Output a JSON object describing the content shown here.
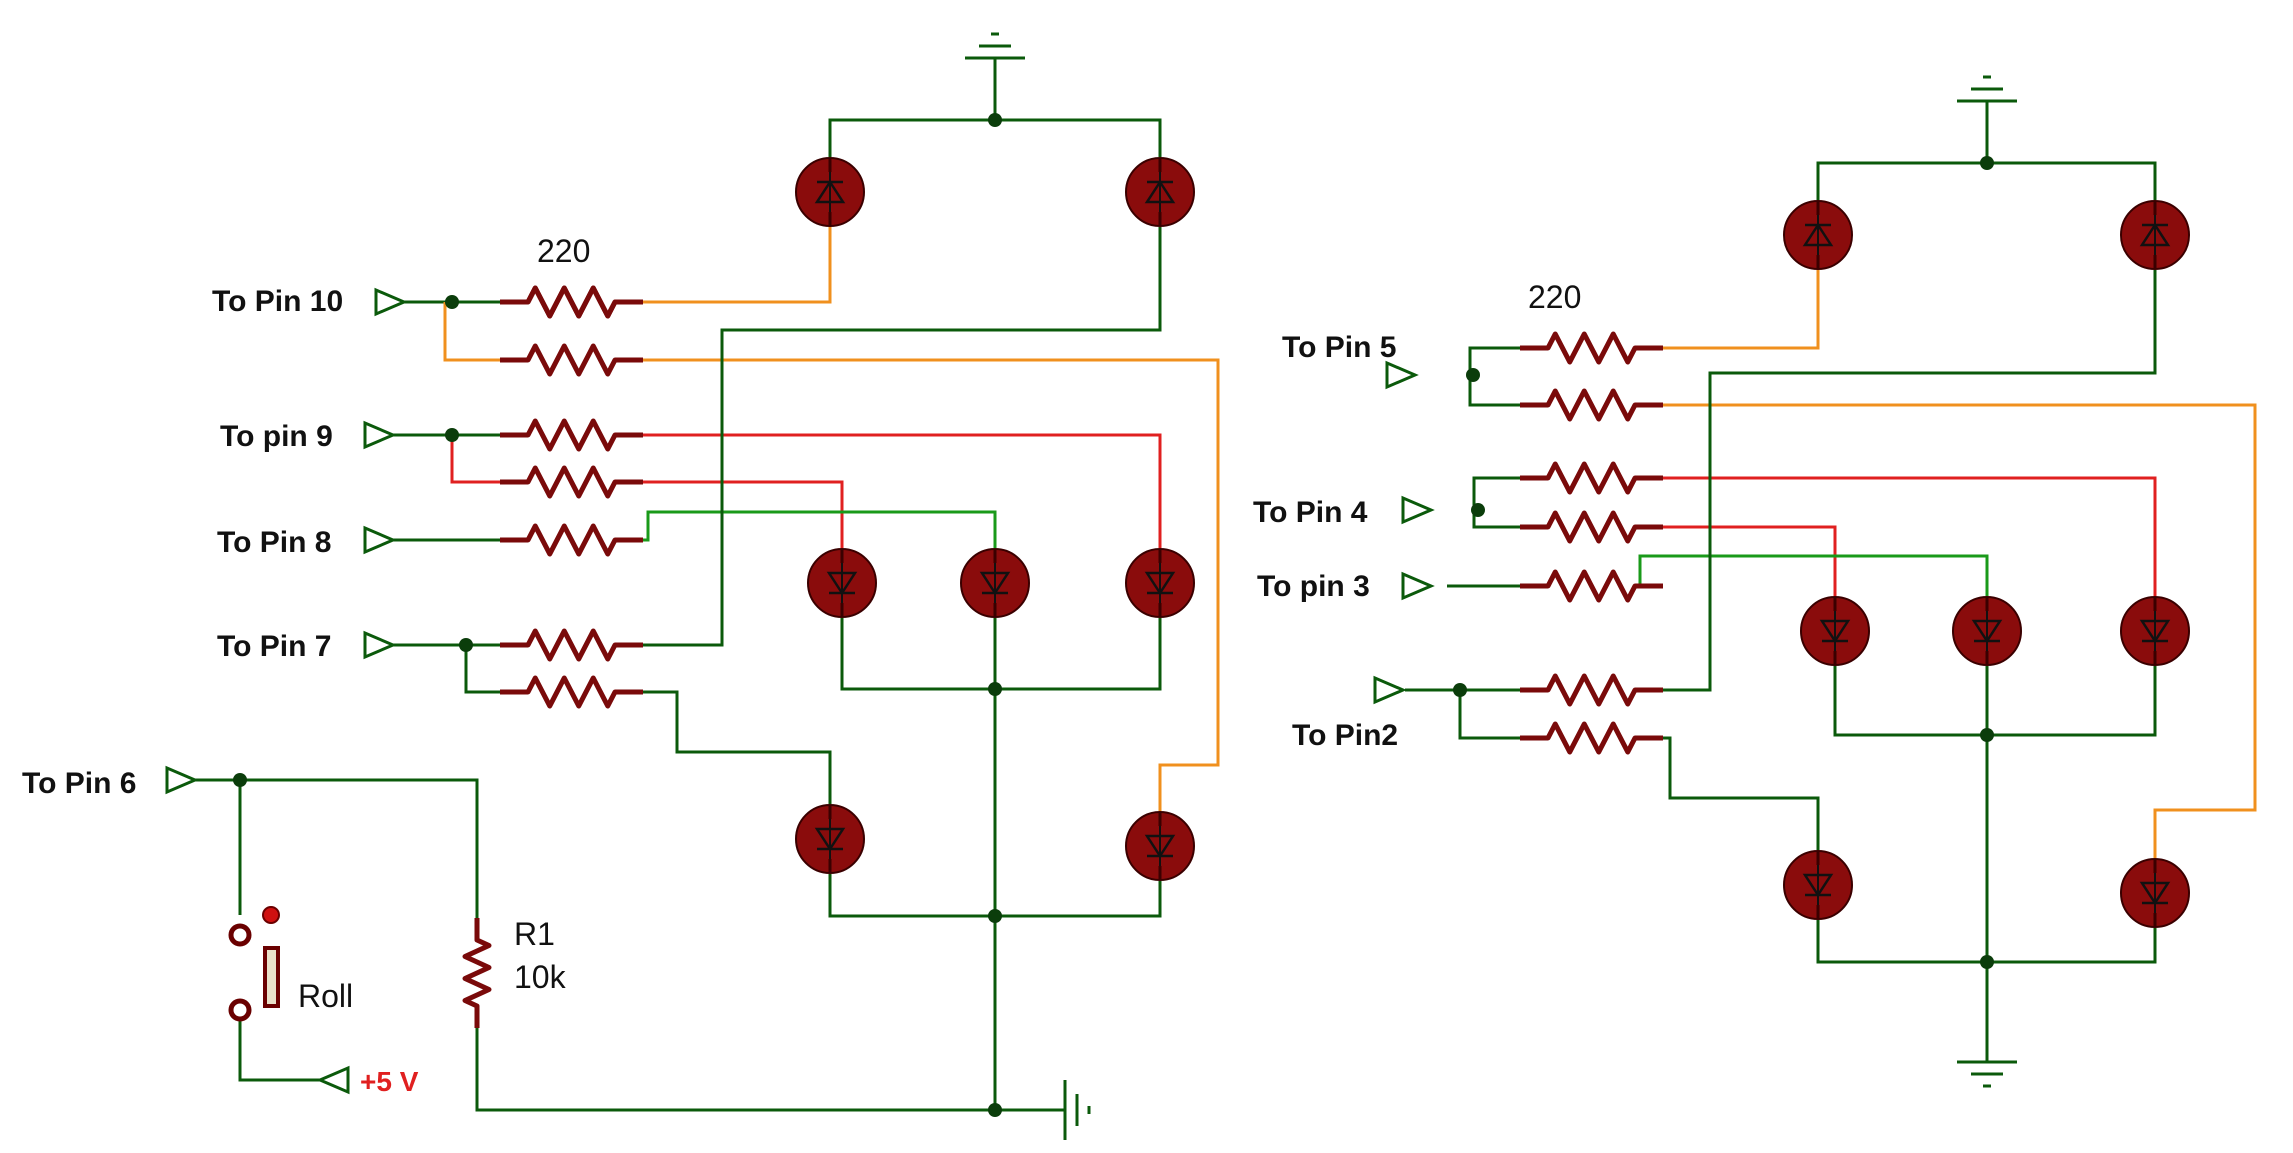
{
  "colors": {
    "wire_green": "#0b5a0b",
    "wire_red": "#e02020",
    "wire_orange": "#f0901e",
    "wire_bright_green": "#1a9a1a",
    "resistor": "#7a0a0a",
    "led_fill": "#8a0c0c",
    "junction": "#0b3d0b"
  },
  "left_circuit": {
    "pins": {
      "pin10": "To Pin 10",
      "pin9": "To pin 9",
      "pin8": "To Pin 8",
      "pin7": "To Pin 7",
      "pin6": "To Pin 6"
    },
    "resistor_value": "220",
    "r1_name": "R1",
    "r1_value": "10k",
    "switch_label": "Roll",
    "supply_label": "+5 V"
  },
  "right_circuit": {
    "pins": {
      "pin5": "To Pin 5",
      "pin4": "To Pin 4",
      "pin3": "To pin 3",
      "pin2": "To Pin2"
    },
    "resistor_value": "220"
  }
}
